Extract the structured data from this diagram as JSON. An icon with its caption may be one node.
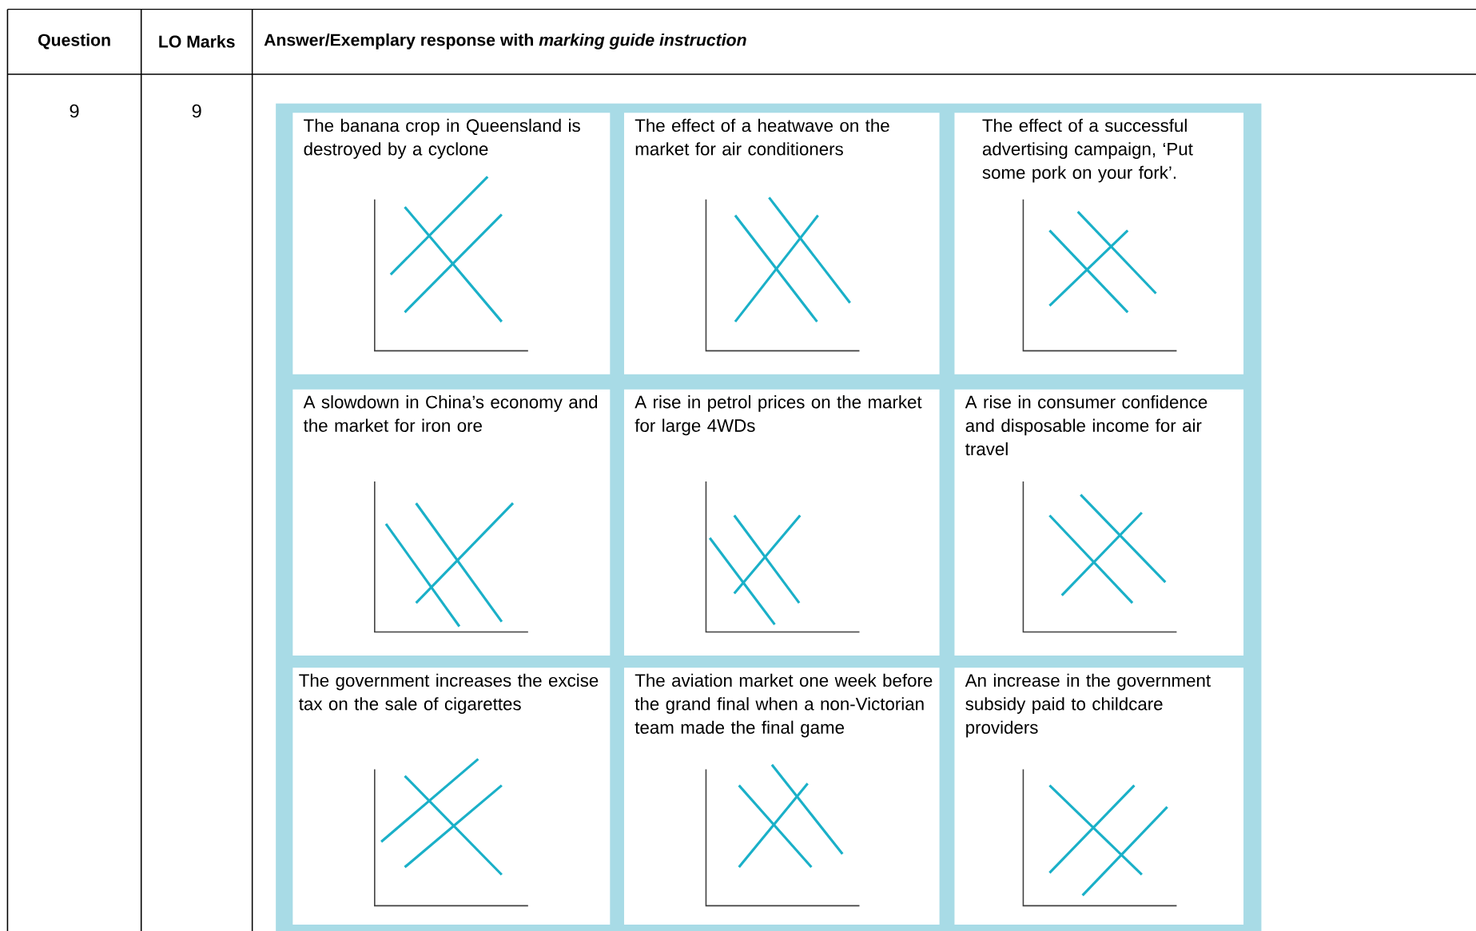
{
  "diagram": {
    "nodes": [
      {
        "text": [
          "The banana crop in Queensland is destroyed by a cyclone"
        ]
      },
      {
        "text": [
          "The effect of a heatwave on the market for air conditioners"
        ]
      },
      {
        "text": [
          "The effect of a successful advertising campaign, ‘Put some pork on your fork’."
        ]
      },
      {
        "text": [
          "A slowdown in China’s economy and the market for iron ore"
        ]
      },
      {
        "text": [
          "A rise in petrol prices on the market for large 4WDs"
        ]
      },
      {
        "text": [
          "A rise in consumer confidence and disposable income for air travel"
        ]
      },
      {
        "text": [
          "The government increases the excise tax on the sale of cigarettes"
        ]
      },
      {
        "text": [
          "The aviation market one week before the grand final when a non-Victorian team made the final game"
        ]
      },
      {
        "text": [
          "An increase in the government subsidy paid to childcare providers"
        ]
      }
    ],
    "labels": [
      "Question",
      "LO Marks",
      "Answer/Exemplary response with *marking guide instruction*",
      "9",
      "9"
    ]
  }
}
